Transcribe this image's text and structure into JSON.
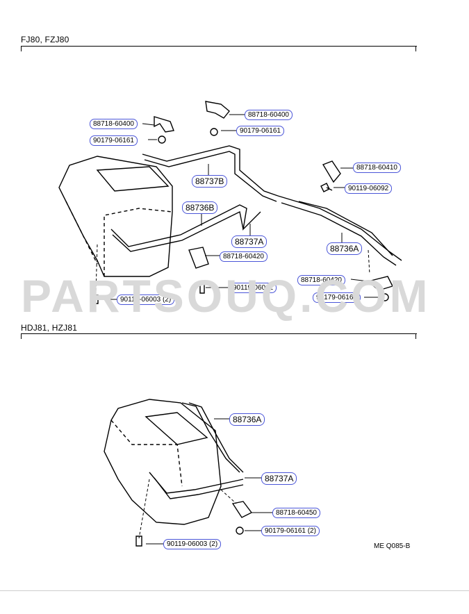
{
  "watermark": "PARTSOUQ.COM",
  "reference_code": "ME Q085-B",
  "sections": [
    {
      "title": "FJ80, FZJ80",
      "parts": [
        {
          "label": "88718-60400"
        },
        {
          "label": "88718-60400"
        },
        {
          "label": "90179-06161"
        },
        {
          "label": "90179-06161"
        },
        {
          "label": "88737B"
        },
        {
          "label": "88718-60410"
        },
        {
          "label": "90119-06092"
        },
        {
          "label": "88736B"
        },
        {
          "label": "88737A"
        },
        {
          "label": "88718-60420"
        },
        {
          "label": "88736A"
        },
        {
          "label": "88718-60420"
        },
        {
          "label": "90119-06092"
        },
        {
          "label": "90179-06161"
        },
        {
          "label": "90119-06003 (2)"
        }
      ]
    },
    {
      "title": "HDJ81, HZJ81",
      "parts": [
        {
          "label": "88736A"
        },
        {
          "label": "88737A"
        },
        {
          "label": "88718-60450"
        },
        {
          "label": "90179-06161 (2)"
        },
        {
          "label": "90119-06003 (2)"
        }
      ]
    }
  ]
}
